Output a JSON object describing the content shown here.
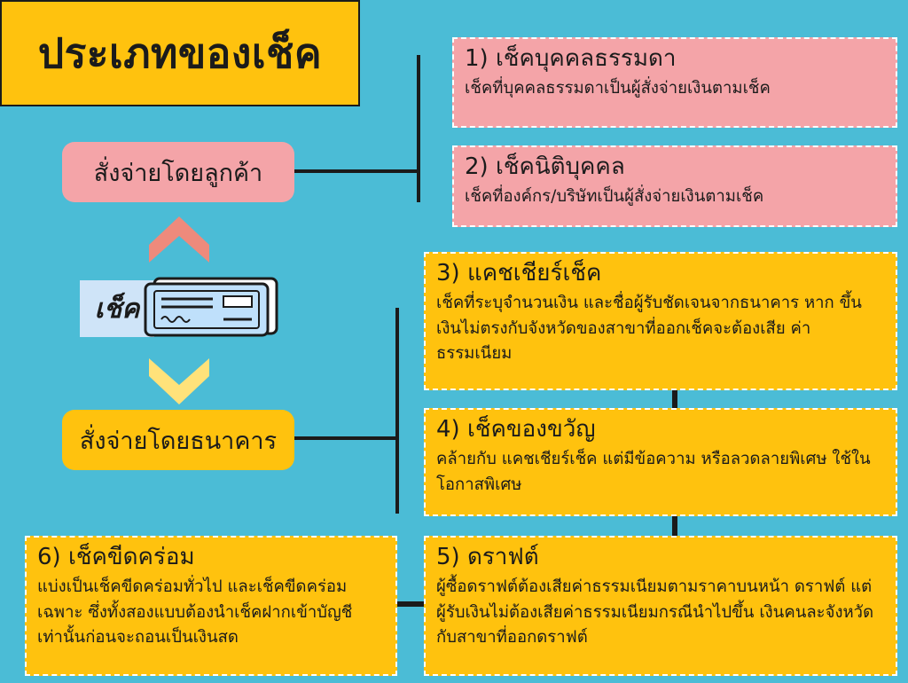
{
  "title": "ประเภทของเช็ค",
  "left": {
    "customer_label": "สั่งจ่ายโดยลูกค้า",
    "bank_label": "สั่งจ่ายโดยธนาคาร",
    "check_label": "เช็ค"
  },
  "cards": [
    {
      "title": "1) เช็คบุคคลธรรมดา",
      "desc": "เช็คที่บุคคลธรรมดาเป็นผู้สั่งจ่ายเงินตามเช็ค"
    },
    {
      "title": "2) เช็คนิติบุคคล",
      "desc": "เช็คที่องค์กร/บริษัทเป็นผู้สั่งจ่ายเงินตามเช็ค"
    },
    {
      "title": "3) แคชเชียร์เช็ค",
      "desc": "เช็คที่ระบุจำนวนเงิน และชื่อผู้รับชัดเจนจากธนาคาร หาก ขึ้นเงินไม่ตรงกับจังหวัดของสาขาที่ออกเช็คจะต้องเสีย ค่าธรรมเนียม"
    },
    {
      "title": "4) เช็คของขวัญ",
      "desc": "คล้ายกับ แคชเชียร์เช็ค แต่มีข้อความ หรือลวดลายพิเศษ ใช้ในโอกาสพิเศษ"
    },
    {
      "title": "5) ดราฟต์",
      "desc": "ผู้ซื้อดราฟต์ต้องเสียค่าธรรมเนียมตามราคาบนหน้า ดราฟต์ แต่ผู้รับเงินไม่ต้องเสียค่าธรรมเนียมกรณีนำไปขึ้น เงินคนละจังหวัดกับสาขาที่ออกดราฟต์"
    },
    {
      "title": "6) เช็คขีดคร่อม",
      "desc": "แบ่งเป็นเช็คขีดคร่อมทั่วไป และเช็คขีดคร่อม เฉพาะ ซึ่งทั้งสองแบบต้องนำเช็คฝากเข้าบัญชี เท่านั้นก่อนจะถอนเป็นเงินสด"
    }
  ],
  "colors": {
    "background": "#4bbcd6",
    "yellow": "#ffc20e",
    "pink": "#f4a4a8",
    "up_arrow": "#ee8a7c",
    "down_arrow": "#ffe27a"
  },
  "icons": [
    "up-chevron-icon",
    "down-chevron-icon",
    "check-document-icon"
  ]
}
